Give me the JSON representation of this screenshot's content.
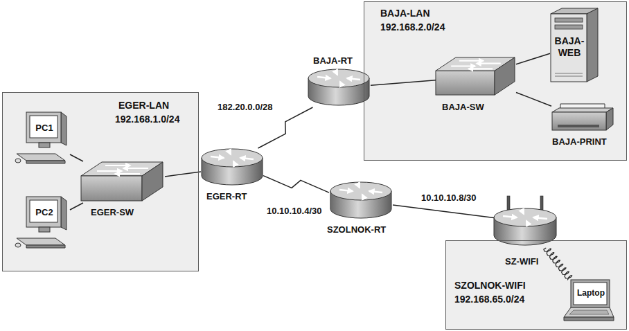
{
  "diagram": {
    "nodes": [
      {
        "text": [
          "EGER-LAN",
          "192.168.1.0/24"
        ]
      },
      {
        "text": [
          "PC1"
        ],
        "in": 0
      },
      {
        "text": [
          "PC2"
        ],
        "in": 0
      },
      {
        "text": [
          "EGER-SW"
        ],
        "in": 0
      },
      {
        "text": [
          "EGER-RT"
        ]
      },
      {
        "text": [
          "BAJA-LAN",
          "192.168.2.0/24"
        ]
      },
      {
        "text": [
          "BAJA-RT"
        ]
      },
      {
        "text": [
          "BAJA-SW"
        ],
        "in": 5
      },
      {
        "text": [
          "BAJA-WEB"
        ],
        "in": 5
      },
      {
        "text": [
          "BAJA-PRINT"
        ],
        "in": 5
      },
      {
        "text": [
          "SZOLNOK-RT"
        ]
      },
      {
        "text": [
          "SZOLNOK-WIFI",
          "192.168.65.0/24"
        ]
      },
      {
        "text": [
          "SZ-WIFI"
        ],
        "in": 11
      },
      {
        "text": [
          "Laptop"
        ],
        "in": 11
      }
    ],
    "edges": [
      {
        "from": 1,
        "to": 3,
        "arrow": "none"
      },
      {
        "from": 2,
        "to": 3,
        "arrow": "none"
      },
      {
        "from": 3,
        "to": 4,
        "arrow": "none"
      },
      {
        "from": 4,
        "to": 6,
        "label": "182.20.0.0/28",
        "arrow": "none"
      },
      {
        "from": 6,
        "to": 7,
        "arrow": "none"
      },
      {
        "from": 7,
        "to": 8,
        "arrow": "none"
      },
      {
        "from": 7,
        "to": 9,
        "arrow": "none"
      },
      {
        "from": 4,
        "to": 10,
        "label": "10.10.10.4/30",
        "arrow": "none"
      },
      {
        "from": 10,
        "to": 12,
        "label": "10.10.10.8/30",
        "arrow": "none"
      },
      {
        "from": 12,
        "to": 13,
        "arrow": "none"
      }
    ]
  }
}
